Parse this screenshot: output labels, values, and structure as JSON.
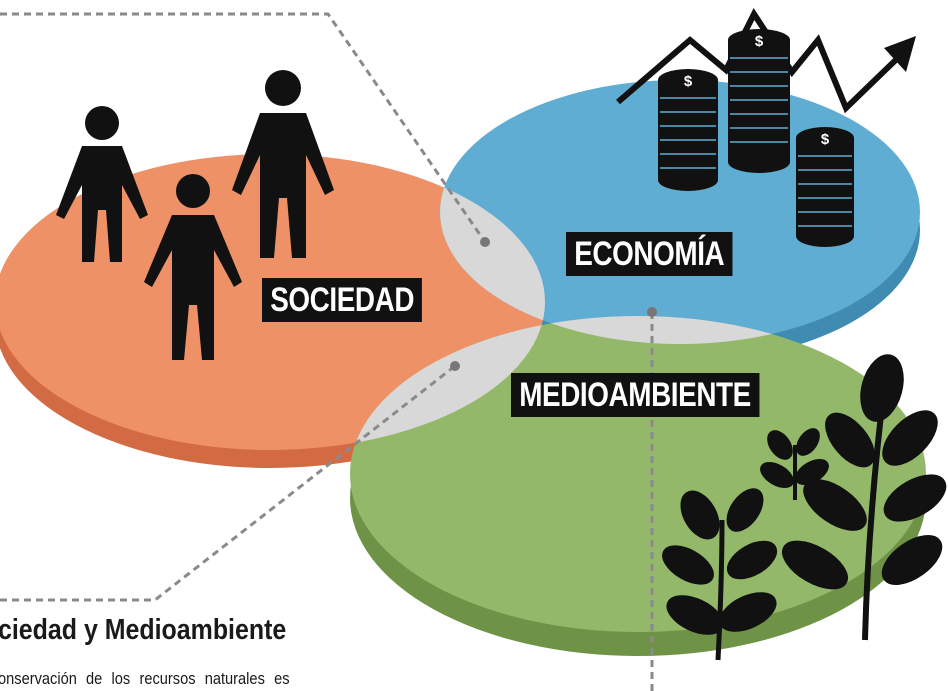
{
  "labels": {
    "society": "SOCIEDAD",
    "economy": "ECONOMÍA",
    "environment": "MEDIOAMBIENTE"
  },
  "caption": {
    "title": "ciedad y Medioambiente",
    "text": "onservación de los recursos naturales es"
  },
  "colors": {
    "society": "#ef9166",
    "society_side": "#d26b44",
    "economy": "#5fadd3",
    "economy_side": "#3f8bb2",
    "environment": "#93b86a",
    "environment_side": "#6e9347",
    "overlap": "#d8d8d8",
    "ink": "#111111"
  },
  "icons": [
    "people-icon",
    "coin-stacks-icon",
    "trend-arrow-icon",
    "plants-icon"
  ]
}
